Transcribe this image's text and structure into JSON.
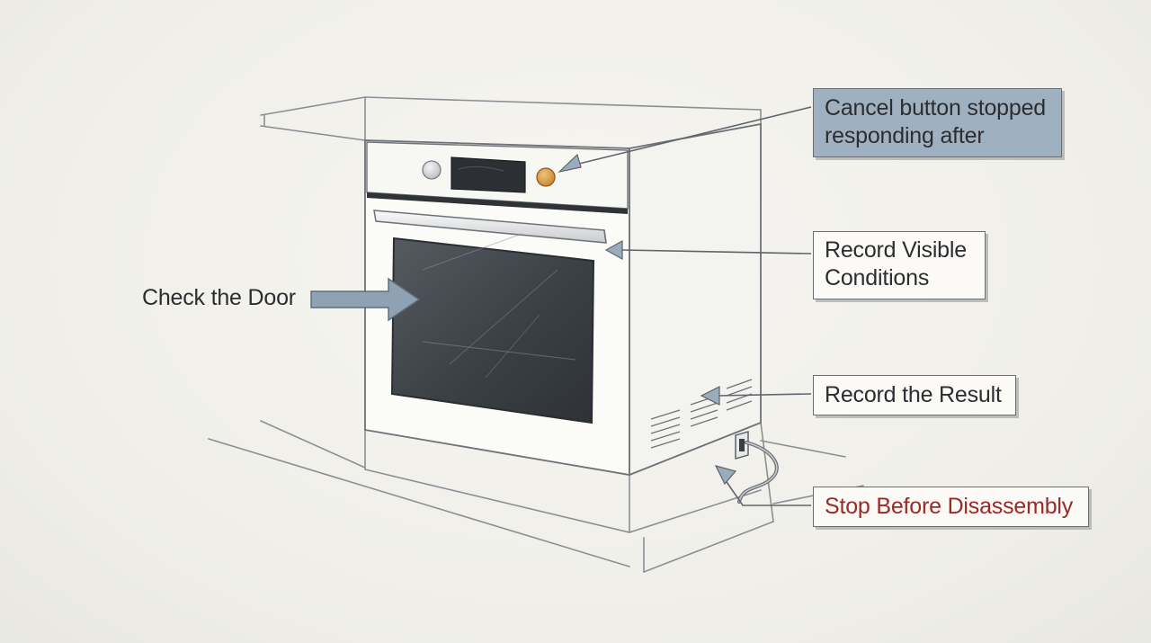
{
  "callouts": {
    "cancel_button": "Cancel button stopped responding after",
    "record_visible_conditions": "Record Visible Conditions",
    "record_result": "Record the Result",
    "stop_before_disassembly": "Stop Before Disassembly"
  },
  "labels": {
    "check_door": "Check the Door"
  },
  "colors": {
    "background": "#f2f1ec",
    "callout_highlight": "#9fb1c1",
    "warning_text": "#9a2a26",
    "arrow": "#7f93a6",
    "oven_glass": "#3c4146",
    "knob_accent": "#d99a45"
  },
  "icons": {
    "left_knob": "knob-icon",
    "right_knob": "cancel-button-icon",
    "display": "display-panel",
    "vent": "vent-slots",
    "power_cord": "power-cord"
  }
}
